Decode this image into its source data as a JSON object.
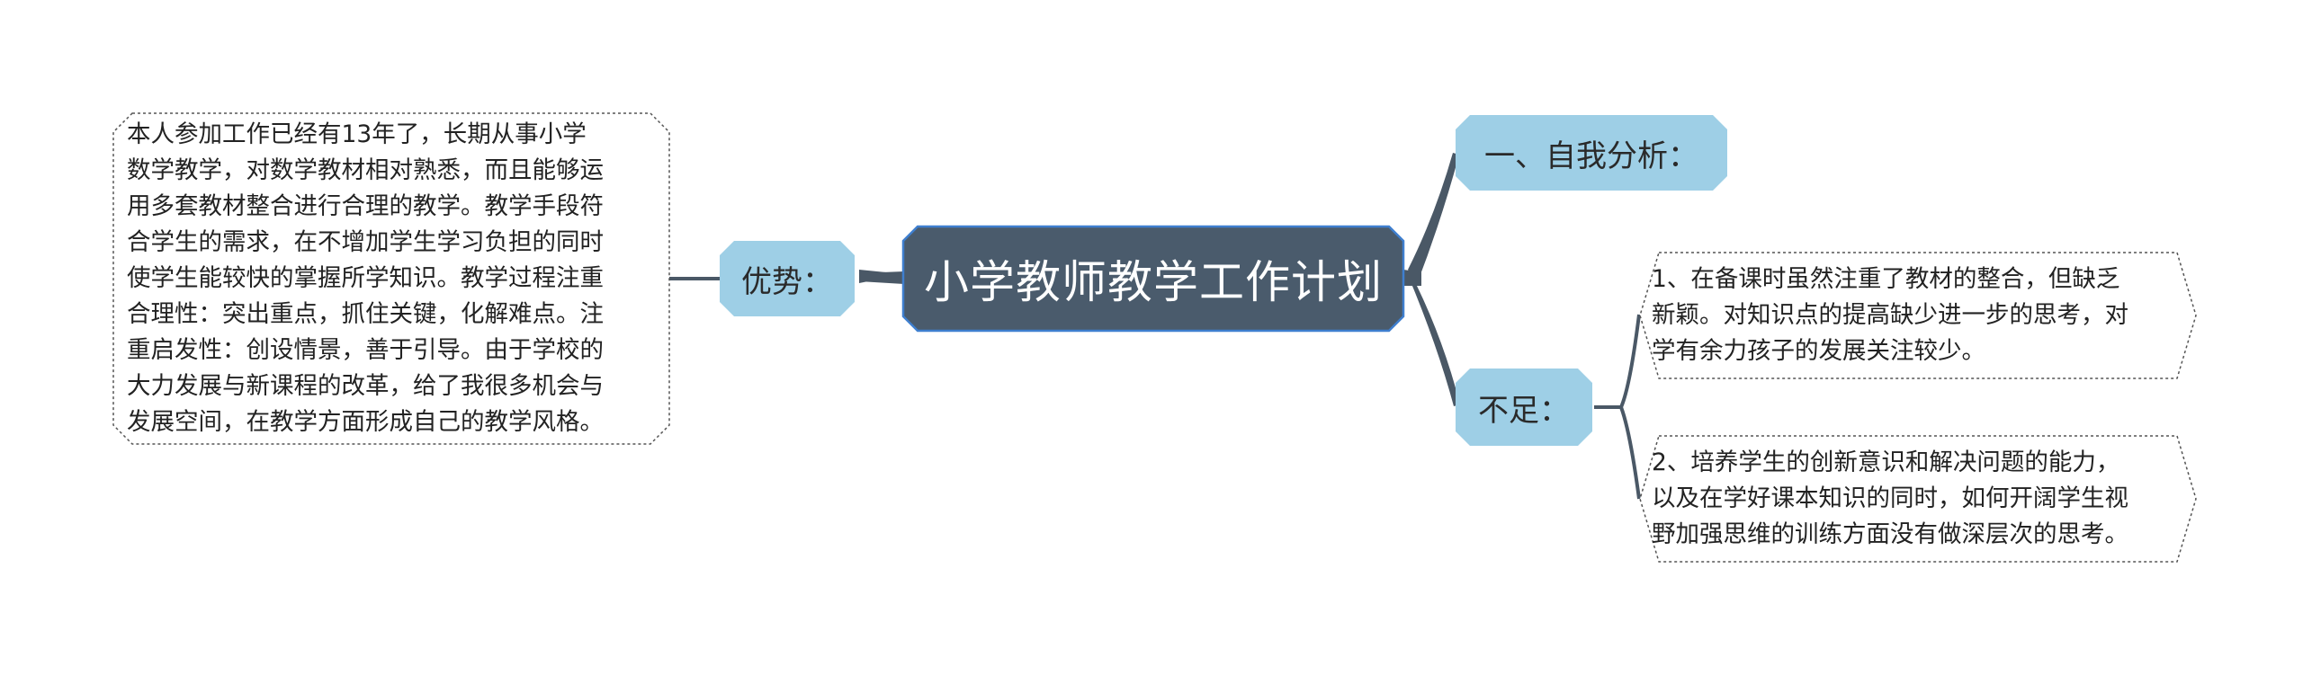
{
  "mindmap": {
    "root": {
      "label": "小学教师教学工作计划"
    },
    "left": {
      "topic": {
        "label": "优势："
      },
      "detail": {
        "lines": [
          "本人参加工作已经有13年了，长期从事小学",
          "数学教学，对数学教材相对熟悉，而且能够运",
          "用多套教材整合进行合理的教学。教学手段符",
          "合学生的需求，在不增加学生学习负担的同时",
          "使学生能较快的掌握所学知识。教学过程注重",
          "合理性：突出重点，抓住关键，化解难点。注",
          "重启发性：创设情景，善于引导。由于学校的",
          "大力发展与新课程的改革，给了我很多机会与",
          "发展空间，在教学方面形成自己的教学风格。"
        ]
      }
    },
    "right": {
      "topic1": {
        "label": "一、自我分析："
      },
      "topic2": {
        "label": "不足："
      },
      "detail1": {
        "lines": [
          "1、在备课时虽然注重了教材的整合，但缺乏",
          "新颖。对知识点的提高缺少进一步的思考，对",
          "学有余力孩子的发展关注较少。"
        ]
      },
      "detail2": {
        "lines": [
          "2、培养学生的创新意识和解决问题的能力，",
          "以及在学好课本知识的同时，如何开阔学生视",
          "野加强思维的训练方面没有做深层次的思考。"
        ]
      }
    },
    "colors": {
      "root_fill": "#4a5b6c",
      "root_border": "#3f7fcf",
      "topic_fill": "#9ecfe6",
      "connector": "#4a5866",
      "leaf_border": "#555555"
    }
  }
}
